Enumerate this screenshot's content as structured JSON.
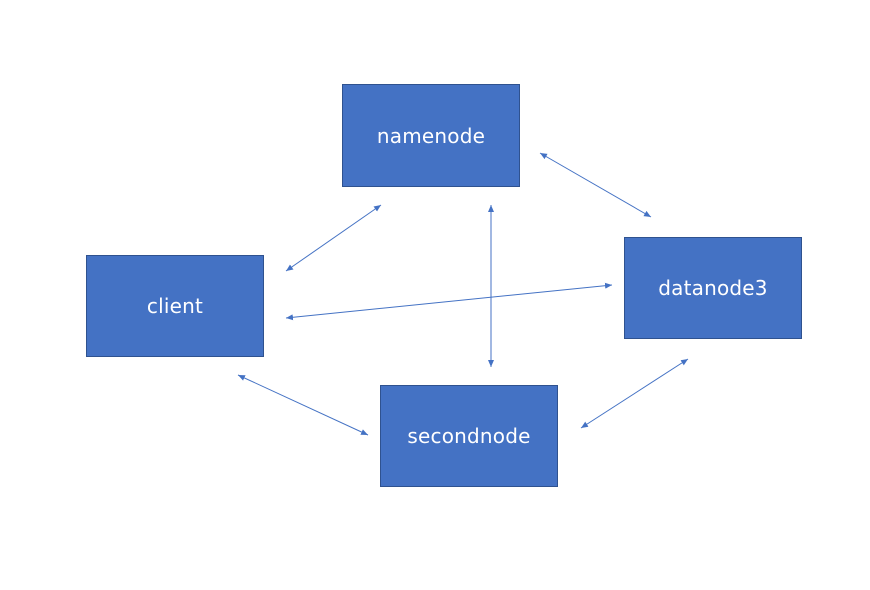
{
  "diagram": {
    "nodes": {
      "namenode": "namenode",
      "client": "client",
      "datanode": "datanode3",
      "secondnode": "secondnode"
    },
    "connections": [
      {
        "from": "client",
        "to": "namenode",
        "arrows": "both"
      },
      {
        "from": "namenode",
        "to": "datanode3",
        "arrows": "both"
      },
      {
        "from": "namenode",
        "to": "secondnode",
        "arrows": "both"
      },
      {
        "from": "client",
        "to": "datanode3",
        "arrows": "both"
      },
      {
        "from": "client",
        "to": "secondnode",
        "arrows": "both"
      },
      {
        "from": "secondnode",
        "to": "datanode3",
        "arrows": "both"
      }
    ],
    "colors": {
      "node_fill": "#4472c4",
      "node_border": "#2f528f",
      "node_text": "#ffffff",
      "connector": "#4472c4"
    }
  }
}
